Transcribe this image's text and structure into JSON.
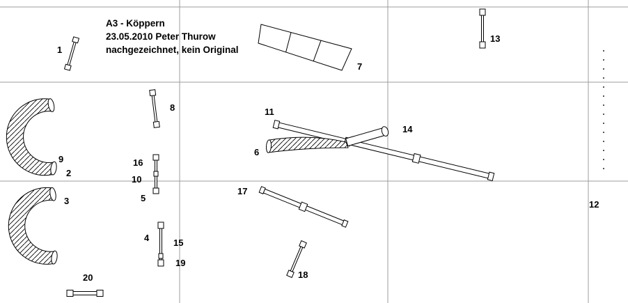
{
  "drawing": {
    "title": {
      "line1": "A3 - Köppern",
      "line2": "23.05.2010 Peter Thurow",
      "line3": "nachgezeichnet, kein Original"
    },
    "part_labels": {
      "p1": "1",
      "p2": "2",
      "p3": "3",
      "p4": "4",
      "p5": "5",
      "p6": "6",
      "p7": "7",
      "p8": "8",
      "p9": "9",
      "p10": "10",
      "p11": "11",
      "p12": "12",
      "p13": "13",
      "p14": "14",
      "p15": "15",
      "p16": "16",
      "p17": "17",
      "p18": "18",
      "p19": "19",
      "p20": "20"
    },
    "colors": {
      "background": "#ffffff",
      "ink": "#000000",
      "grid": "#9c9c9c"
    }
  }
}
